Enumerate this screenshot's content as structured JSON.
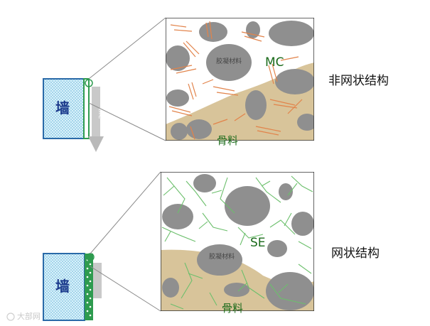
{
  "top_panel": {
    "side_label": "非网状结构",
    "wall_label": "墙",
    "binder_label": "胶凝材料",
    "fiber_label": "MC",
    "aggregate_label": "骨料",
    "fiber_color": "#e2834a",
    "fiber_type": "non-network"
  },
  "bottom_panel": {
    "side_label": "网状结构",
    "wall_label": "墙",
    "binder_label": "胶凝材料",
    "fiber_label": "SE",
    "aggregate_label": "骨料",
    "fiber_color": "#6cbf6c",
    "fiber_type": "network"
  },
  "colors": {
    "wall_fill": "#cfeef8",
    "wall_border": "#2a6aa8",
    "aggregate": "#d8c49a",
    "particle": "#8f8f8f",
    "strip": "#2e9b4f"
  },
  "watermark": "大部网"
}
